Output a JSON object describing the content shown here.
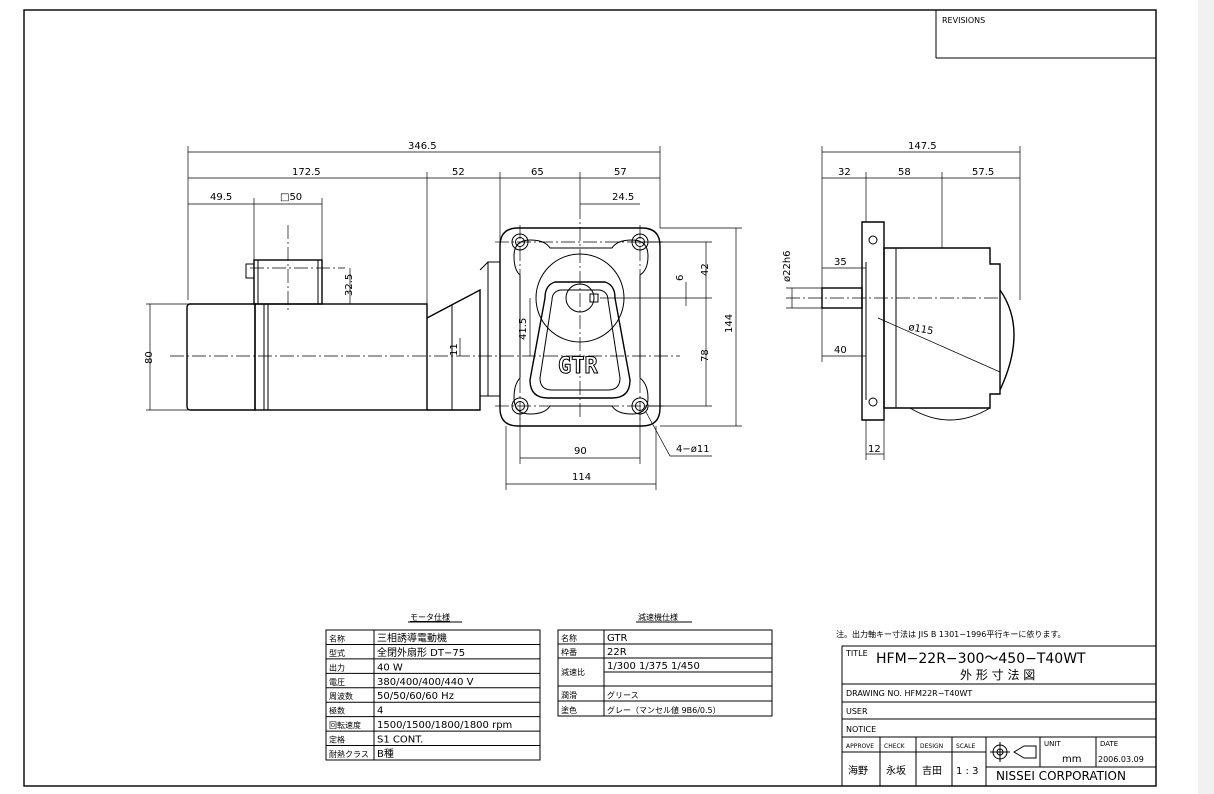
{
  "revisions_label": "REVISIONS",
  "front_view": {
    "dims": {
      "overall_length": "346.5",
      "motor_length": "172.5",
      "seg_52": "52",
      "seg_65": "65",
      "seg_57": "57",
      "terminal_offset": "49.5",
      "terminal_box": "□50",
      "shaft_offset": "24.5",
      "box_height": "32.5",
      "motor_dia": "80",
      "height_11": "11",
      "height_41_5": "41.5",
      "key_6": "6",
      "height_42": "42",
      "height_78": "78",
      "height_144": "144",
      "width_90": "90",
      "width_114": "114",
      "holes": "4−ø11"
    },
    "logo": "GTR"
  },
  "side_view": {
    "dims": {
      "overall": "147.5",
      "seg_32": "32",
      "seg_58": "58",
      "seg_57_5": "57.5",
      "shaft_dia": "ø22h6",
      "shaft_35": "35",
      "flange_40": "40",
      "pcd": "ø115",
      "flange_12": "12"
    }
  },
  "motor_spec": {
    "title": "モータ仕様",
    "rows": [
      {
        "k": "名称",
        "v": "三相誘導電動機"
      },
      {
        "k": "型式",
        "v": "全閉外扇形  DT−75"
      },
      {
        "k": "出力",
        "v": "40 W"
      },
      {
        "k": "電圧",
        "v": "380/400/400/440 V"
      },
      {
        "k": "周波数",
        "v": "50/50/60/60 Hz"
      },
      {
        "k": "極数",
        "v": "4"
      },
      {
        "k": "回転速度",
        "v": "1500/1500/1800/1800 rpm"
      },
      {
        "k": "定格",
        "v": "S1 CONT."
      },
      {
        "k": "耐熱クラス",
        "v": "B種"
      }
    ]
  },
  "reducer_spec": {
    "title": "減速機仕様",
    "rows": [
      {
        "k": "名称",
        "v": "GTR"
      },
      {
        "k": "枠番",
        "v": "22R"
      },
      {
        "k": "減速比",
        "v": "1/300 1/375 1/450"
      },
      {
        "k": "潤滑",
        "v": "グリース"
      },
      {
        "k": "塗色",
        "v": "グレー（マンセル値 9B6/0.5）"
      }
    ]
  },
  "note": "注。出力軸キー寸法は JIS B 1301−1996平行キーに依ります。",
  "title_block": {
    "title_label": "TITLE",
    "title_line1": "HFM−22R−300〜450−T40WT",
    "title_line2": "外 形 寸 法 図",
    "drawing_no": "DRAWING NO. HFM22R−T40WT",
    "user": "USER",
    "notice": "NOTICE",
    "approve_label": "APPROVE",
    "check_label": "CHECK",
    "design_label": "DESIGN",
    "scale_label": "SCALE",
    "unit_label": "UNIT",
    "date_label": "DATE",
    "approve": "海野",
    "check": "永坂",
    "design": "吉田",
    "scale": "1 : 3",
    "unit": "mm",
    "date": "2006.03.09",
    "company": "NISSEI  CORPORATION"
  }
}
